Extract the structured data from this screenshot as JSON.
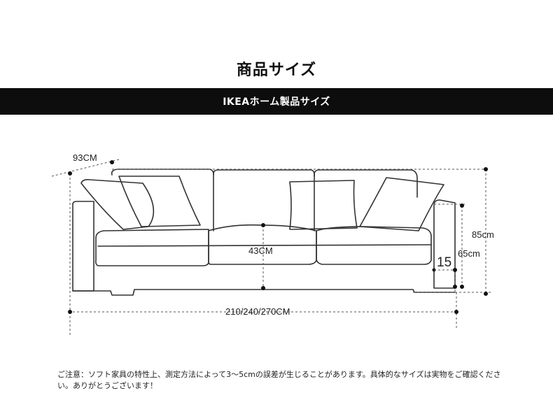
{
  "title": "商品サイズ",
  "banner": "IKEAホーム製品サイズ",
  "dimensions": {
    "depth": "93CM",
    "total_height": "85cm",
    "arm_height": "65cm",
    "leg_height": "15",
    "seat_height": "43CM",
    "width": "210/240/270CM"
  },
  "note": "ご注意：ソフト家具の特性上、測定方法によって3～5cmの誤差が生じることがあります。具体的なサイズは実物をご確認ください。ありがとうございます！",
  "colors": {
    "banner_bg": "#0d0d0d",
    "line": "#333333"
  }
}
